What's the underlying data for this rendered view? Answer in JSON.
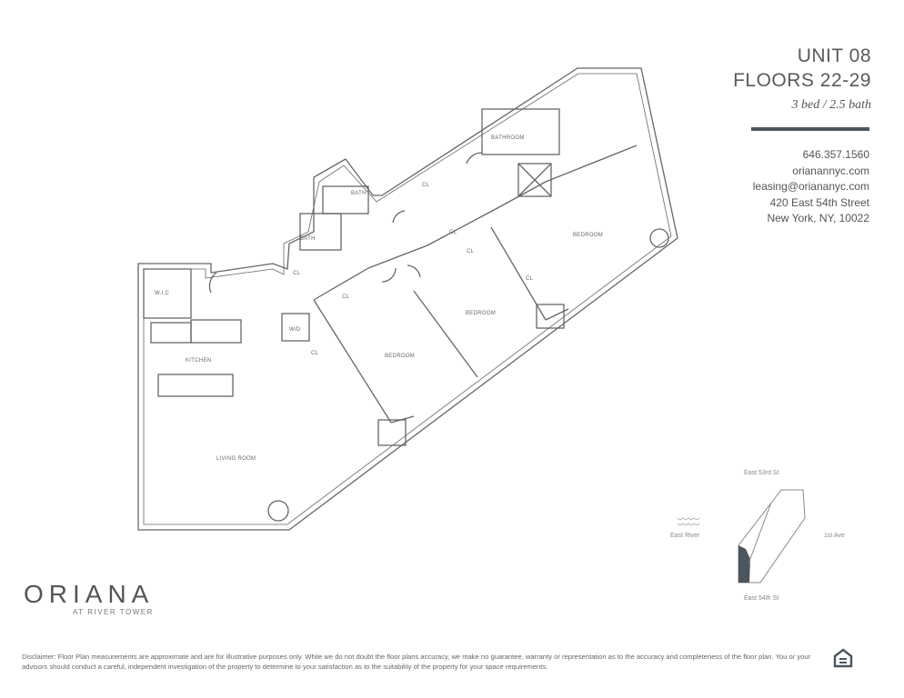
{
  "header": {
    "unit": "UNIT 08",
    "floors": "FLOORS 22-29",
    "beds": "3 bed / 2.5 bath"
  },
  "contact": {
    "phone": "646.357.1560",
    "website": "orianannyc.com",
    "email": "leasing@oriananyc.com",
    "address1": "420 East 54th Street",
    "address2": "New York, NY, 10022"
  },
  "rooms": {
    "bathroom": "BATHROOM",
    "bath1": "BATH",
    "bath2": "BATH",
    "bedroom1": "BEDROOM",
    "bedroom2": "BEDROOM",
    "bedroom3": "BEDROOM",
    "kitchen": "KITCHEN",
    "living": "LIVING ROOM",
    "wic": "W.I.C",
    "wd": "W/D",
    "cl": "CL"
  },
  "keymap": {
    "north": "East 53rd St",
    "south": "East 54th St",
    "west": "East River",
    "east": "1st Ave",
    "highlight_color": "#4d565c"
  },
  "logo": {
    "name": "ORIANA",
    "tagline": "AT RIVER TOWER"
  },
  "disclaimer": "Disclaimer:  Floor Plan measurements are approximate and are for illustrative purposes only. While we do not doubt the floor plans accuracy, we make no guarantee, warranty or representation as to the accuracy and completeness of the floor plan. You or your advisors should conduct a careful, independent investigation of the property to determine to your satisfaction as to the suitability of the property for your space requirements.",
  "icons": {
    "equal_housing": "equal-housing-icon",
    "waves": "water-waves-icon"
  }
}
